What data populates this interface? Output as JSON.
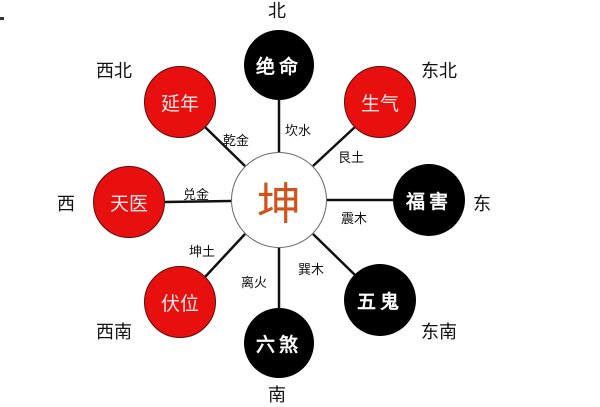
{
  "diagram": {
    "center": {
      "label": "坤",
      "color": "#d2521a"
    },
    "directions": {
      "north": "北",
      "northeast": "东北",
      "east": "东",
      "southeast": "东南",
      "south": "南",
      "southwest": "西南",
      "west": "西",
      "northwest": "西北"
    },
    "nodes": [
      {
        "id": "north",
        "label": "绝命",
        "type": "black",
        "trigram": "坎水"
      },
      {
        "id": "northeast",
        "label": "生气",
        "type": "red",
        "trigram": "艮土"
      },
      {
        "id": "east",
        "label": "福害",
        "type": "black",
        "trigram": "震木"
      },
      {
        "id": "southeast",
        "label": "五鬼",
        "type": "black",
        "trigram": "巽木"
      },
      {
        "id": "south",
        "label": "六煞",
        "type": "black",
        "trigram": "离火"
      },
      {
        "id": "southwest",
        "label": "伏位",
        "type": "red",
        "trigram": "坤土"
      },
      {
        "id": "west",
        "label": "天医",
        "type": "red",
        "trigram": "兑金"
      },
      {
        "id": "northwest",
        "label": "延年",
        "type": "red",
        "trigram": "乾金"
      }
    ],
    "colors": {
      "auspicious": "#e80f0f",
      "inauspicious": "#000000"
    }
  }
}
